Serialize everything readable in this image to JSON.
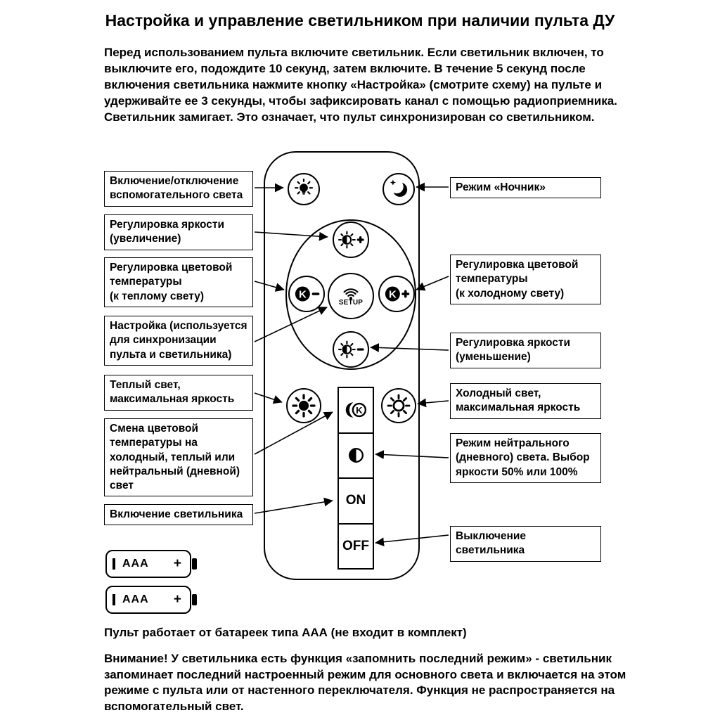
{
  "page": {
    "title": "Настройка и управление светильником при наличии пульта ДУ",
    "intro": "Перед использованием пульта включите светильник. Если светильник включен, то выключите его, подождите 10 секунд, затем включите. В течение 5 секунд после включения светильника нажмите кнопку «Настройка» (смотрите схему) на пульте и удерживайте ее 3 секунды, чтобы зафиксировать канал с помощью радиоприемника. Светильник замигает. Это означает, что пульт синхронизирован со светильником.",
    "battery_note": "Пульт работает от батареек типа ААА (не входит в комплект)",
    "warning": "Внимание! У светильника есть функция «запомнить последний режим» - светильник запоминает последний настроенный режим для основного света и включается на этом режиме с пульта или от настенного переключателя. Функция не распространяется на вспомогательный свет."
  },
  "remote": {
    "k_label": "K",
    "setup_label": "SETUP",
    "on_label": "ON",
    "off_label": "OFF"
  },
  "battery": {
    "label": "AAA",
    "plus_sign": "+"
  },
  "callouts": {
    "left": [
      {
        "text": "Включение/отключение\nвспомогательного света"
      },
      {
        "text": "Регулировка яркости\n(увеличение)"
      },
      {
        "text": "Регулировка цветовой\nтемпературы\n(к теплому свету)"
      },
      {
        "text": "Настройка (используется\nдля синхронизации\nпульта и светильника)"
      },
      {
        "text": "Теплый свет,\nмаксимальная яркость"
      },
      {
        "text": "Смена цветовой\nтемпературы на\nхолодный, теплый или\nнейтральный (дневной)\nсвет"
      },
      {
        "text": "Включение светильника"
      }
    ],
    "right": [
      {
        "text": "Режим «Ночник»"
      },
      {
        "text": "Регулировка цветовой\nтемпературы\n(к холодному свету)"
      },
      {
        "text": "Регулировка яркости\n(уменьшение)"
      },
      {
        "text": "Холодный свет,\nмаксимальная яркость"
      },
      {
        "text": "Режим нейтрального\n(дневного) света. Выбор\nяркости 50% или 100%"
      },
      {
        "text": "Выключение светильника"
      }
    ]
  },
  "colors": {
    "ink": "#000000",
    "paper": "#ffffff"
  }
}
